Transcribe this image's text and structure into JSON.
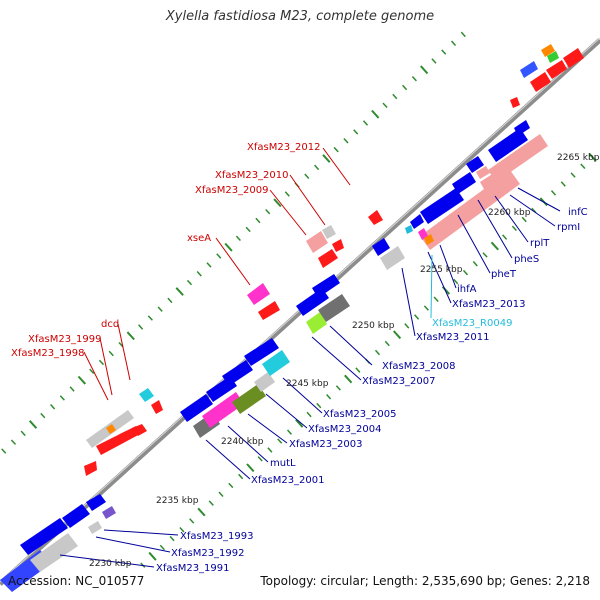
{
  "title": "Xylella fastidiosa M23, complete genome",
  "footer": {
    "accession": "Accession: NC_010577",
    "summary": "Topology: circular; Length: 2,535,690 bp; Genes: 2,218"
  },
  "scale": {
    "unit": "kbp",
    "ticks": [
      "2230 kbp",
      "2235 kbp",
      "2240 kbp",
      "2245 kbp",
      "2250 kbp",
      "2255 kbp",
      "2260 kbp",
      "2265 kbp"
    ]
  },
  "colors": {
    "backbone": "#8a8a8a",
    "cds": "#0000ee",
    "cds_light": "#f4a0a0",
    "trna": "#ff1a1a",
    "rrna_like": "#ff33cc",
    "gray_feature": "#c8c8c8",
    "dark_gray": "#707070",
    "olive": "#6b8e23",
    "cyan": "#22ccdd",
    "lime": "#99ee33",
    "orange": "#ff8800",
    "label_red": "#cc0000",
    "label_blue": "#000099",
    "label_cyan": "#22bbdd",
    "tick_green": "#2e8b2e"
  },
  "labels_upper": [
    "XfasM23_2012",
    "XfasM23_2010",
    "XfasM23_2009",
    "xseA",
    "dcd",
    "XfasM23_1999",
    "XfasM23_1998"
  ],
  "labels_lower": [
    "infC",
    "rpmI",
    "rplT",
    "pheS",
    "pheT",
    "ihfA",
    "XfasM23_2013",
    "XfasM23_R0049",
    "XfasM23_2011",
    "XfasM23_2008",
    "XfasM23_2007",
    "XfasM23_2005",
    "XfasM23_2004",
    "XfasM23_2003",
    "mutL",
    "XfasM23_2001",
    "XfasM23_1993",
    "XfasM23_1992",
    "XfasM23_1991"
  ]
}
